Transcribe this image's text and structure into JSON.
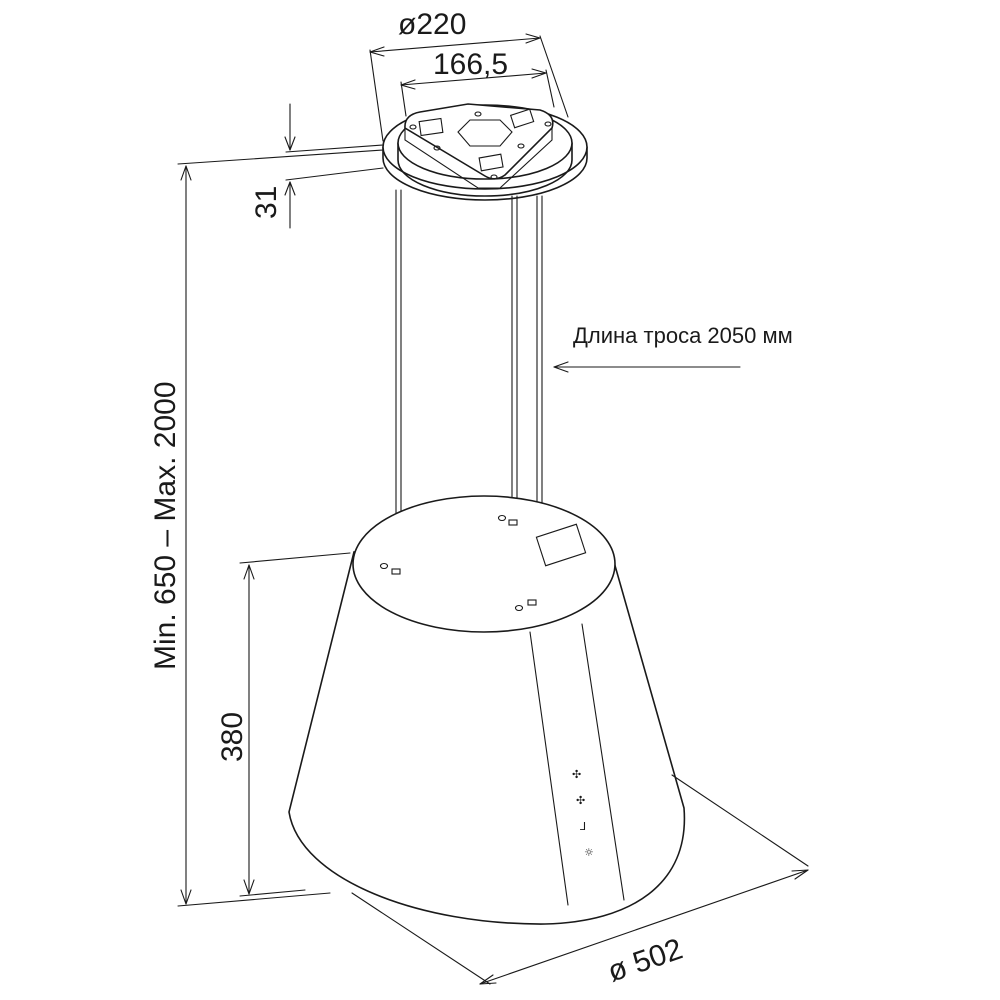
{
  "dimensions": {
    "ring_diameter": "ø220",
    "plate_width": "166,5",
    "ring_height": "31",
    "height_range": "Min. 650 – Max. 2000",
    "body_height": "380",
    "body_diameter": "ø 502"
  },
  "annotations": {
    "cable_length": "Длина троса 2050 мм"
  },
  "control_icons": [
    "✣",
    "✣",
    "⅃",
    "☼"
  ],
  "colors": {
    "line": "#1a1a1a",
    "background": "#ffffff"
  }
}
